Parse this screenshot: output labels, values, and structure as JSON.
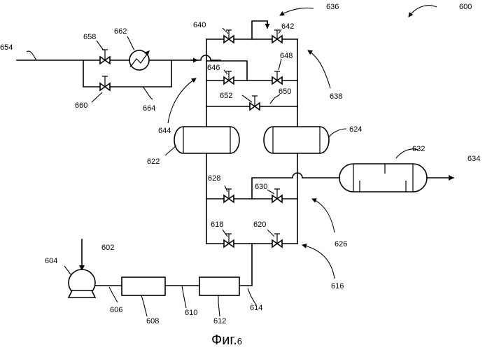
{
  "figure": {
    "caption": "Фиг.",
    "caption_number": "6"
  },
  "labels": {
    "system": "600",
    "feed_stream": "602",
    "pump": "604",
    "line_606": "606",
    "unit_608": "608",
    "line_610": "610",
    "unit_612": "612",
    "line_614": "614",
    "bottom_manifold": "616",
    "valve_618": "618",
    "valve_620": "620",
    "vessel_622": "622",
    "vessel_624": "624",
    "middle_manifold": "626",
    "valve_628": "628",
    "valve_630": "630",
    "separator": "632",
    "outlet": "634",
    "top_outlet": "636",
    "top_manifold": "638",
    "valve_640": "640",
    "valve_642": "642",
    "crossover": "644",
    "valve_646": "646",
    "valve_648": "648",
    "line_650": "650",
    "valve_652": "652",
    "inlet_654": "654",
    "valve_658": "658",
    "valve_660": "660",
    "heat_exchanger": "662",
    "bypass_line": "664"
  }
}
